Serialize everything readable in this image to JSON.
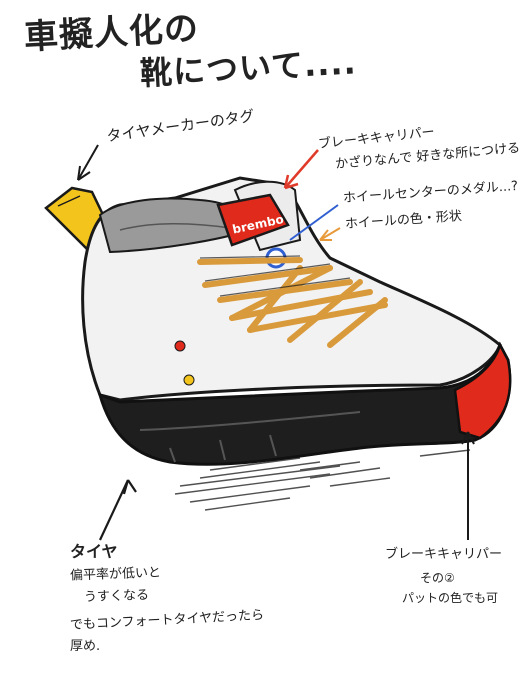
{
  "title": {
    "line1": "車擬人化の",
    "line2": "靴について...."
  },
  "annotations": {
    "tire_maker_tag": "タイヤメーカーのタグ",
    "brake_caliper": "ブレーキキャリパー",
    "brake_caliper_note": "かざりなんで 好きな所につける",
    "wheel_center_medal": "ホイールセンターのメダル...?",
    "wheel_color_shape": "ホイールの色・形状"
  },
  "tire_note": {
    "heading": "タイヤ",
    "line1": "偏平率が低いと",
    "line2": "うすくなる",
    "line3": "でもコンフォートタイヤだったら",
    "line4": "厚め."
  },
  "caliper_note": {
    "line1": "ブレーキキャリパー",
    "line2": "その②",
    "line3": "パットの色でも可"
  },
  "logo_text": "brembo",
  "colors": {
    "ink": "#1a1a1a",
    "shoe_white": "#f2f2f2",
    "sole_black": "#1e1e1e",
    "caliper_red": "#e02a1c",
    "tag_yellow": "#f3c51c",
    "lace_orange": "#d99a3c",
    "arrow_red": "#e03a2a",
    "arrow_blue": "#2f5fd0",
    "arrow_orange": "#e89a3a"
  }
}
